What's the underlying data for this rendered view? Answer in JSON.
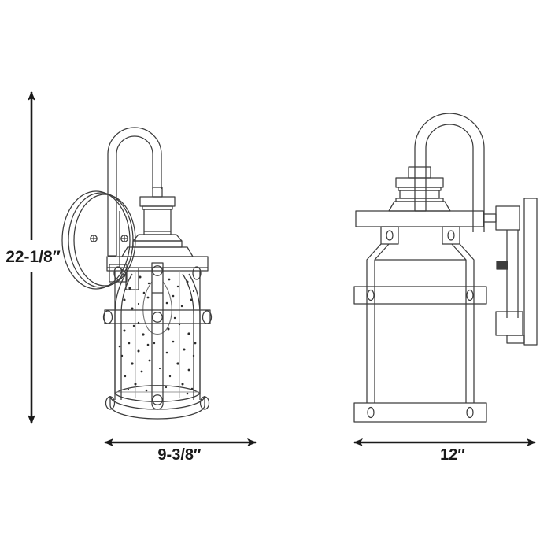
{
  "drawing": {
    "title": "Outdoor Wall Lantern Dimension Drawing",
    "background_color": "#ffffff",
    "line_color": "#3c3c3c",
    "dimension_color": "#1a1a1a",
    "glass_speckle_color": "#2b2b2b"
  },
  "dimensions": {
    "height": {
      "label": "22-1/8″",
      "orientation": "vertical",
      "axis": "height"
    },
    "front_width": {
      "label": "9-3/8″",
      "orientation": "horizontal",
      "axis": "width"
    },
    "side_depth": {
      "label": "12″",
      "orientation": "horizontal",
      "axis": "depth"
    }
  },
  "views": {
    "front": {
      "name": "front-elevation",
      "parts": [
        "gooseneck-arm",
        "round-wall-plate",
        "finial-cap",
        "top-collar",
        "shade-roof",
        "top-flange",
        "seeded-glass-cylinder",
        "vertical-cage-bar",
        "horizontal-cage-band",
        "bulb-silhouette",
        "bottom-rim"
      ]
    },
    "side": {
      "name": "side-elevation",
      "parts": [
        "gooseneck-arm",
        "rectangular-wall-plate",
        "finial-cap",
        "top-collar",
        "shade-roof",
        "top-flange",
        "cage-frame",
        "horizontal-cage-band",
        "bottom-plate",
        "mounting-bracket",
        "set-screw"
      ]
    }
  }
}
